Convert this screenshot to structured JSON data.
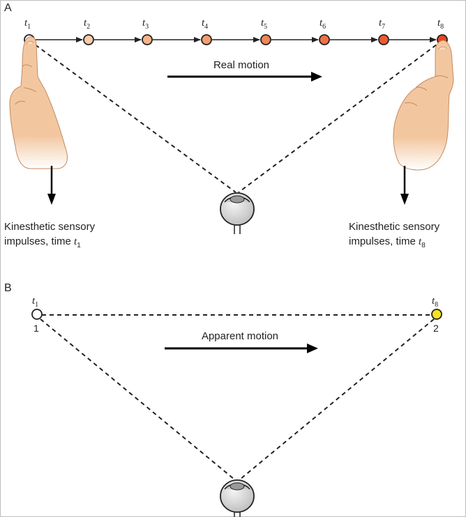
{
  "panel_a": {
    "label": "A",
    "time_points": [
      {
        "t": "t",
        "sub": "1",
        "color": "#ffffff"
      },
      {
        "t": "t",
        "sub": "2",
        "color": "#f9ccaa"
      },
      {
        "t": "t",
        "sub": "3",
        "color": "#f7b48a"
      },
      {
        "t": "t",
        "sub": "4",
        "color": "#f49e6e"
      },
      {
        "t": "t",
        "sub": "5",
        "color": "#f28655"
      },
      {
        "t": "t",
        "sub": "6",
        "color": "#f07045"
      },
      {
        "t": "t",
        "sub": "7",
        "color": "#ee5a32"
      },
      {
        "t": "t",
        "sub": "8",
        "color": "#e8441f"
      }
    ],
    "motion_label": "Real motion",
    "left_caption": {
      "line1": "Kinesthetic sensory",
      "line2": "impulses, time ",
      "t": "t",
      "sub": "1"
    },
    "right_caption": {
      "line1": "Kinesthetic sensory",
      "line2": "impulses, time ",
      "t": "t",
      "sub": "8"
    }
  },
  "panel_b": {
    "label": "B",
    "left_point": {
      "t": "t",
      "sub": "1",
      "number": "1",
      "color": "#ffffff"
    },
    "right_point": {
      "t": "t",
      "sub": "8",
      "number": "2",
      "color": "#f7e21b"
    },
    "motion_label": "Apparent motion"
  },
  "colors": {
    "skin": "#f2c7a0",
    "skin_shade": "#d9a27b",
    "eye": "#d9d9d9",
    "line": "#222222"
  }
}
